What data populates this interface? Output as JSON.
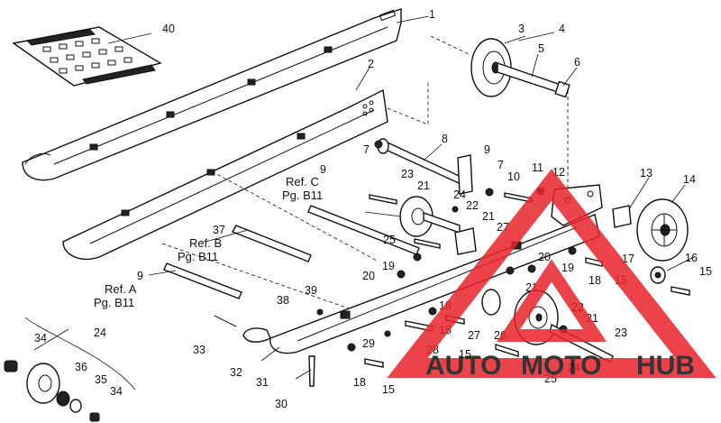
{
  "diagram": {
    "callouts": {
      "c1": "1",
      "c2": "2",
      "c3": "3",
      "c4": "4",
      "c5": "5",
      "c6": "6",
      "c7a": "7",
      "c7b": "7",
      "c8": "8",
      "c9a": "9",
      "c9b": "9",
      "c9c": "9",
      "c10": "10",
      "c11": "11",
      "c12": "12",
      "c13": "13",
      "c14": "14",
      "c15a": "15",
      "c15b": "15",
      "c15c": "15",
      "c15d": "15",
      "c16": "16",
      "c17": "17",
      "c18a": "18",
      "c18b": "18",
      "c18c": "18",
      "c19a": "19",
      "c19b": "19",
      "c20a": "20",
      "c20b": "20",
      "c21a": "21",
      "c21b": "21",
      "c21c": "21",
      "c21d": "21",
      "c22a": "22",
      "c22b": "22",
      "c23a": "23",
      "c23b": "23",
      "c24a": "24",
      "c24b": "24",
      "c24c": "24",
      "c25a": "25",
      "c25b": "25",
      "c26": "26",
      "c27a": "27",
      "c27b": "27",
      "c28": "28",
      "c29": "29",
      "c30": "30",
      "c31": "31",
      "c32": "32",
      "c33": "33",
      "c34a": "34",
      "c34b": "34",
      "c35": "35",
      "c36": "36",
      "c37": "37",
      "c38": "38",
      "c39": "39",
      "c40": "40"
    },
    "references": {
      "c_ref": "Ref. C",
      "c_pg": "Pg. B11",
      "b_ref": "Ref. B",
      "b_pg": "Pg. B11",
      "a_ref": "Ref. A",
      "a_pg": "Pg. B11"
    }
  },
  "watermark": {
    "text_auto": "AUTO",
    "text_moto": "MOTO",
    "text_hub": "HUB",
    "accent_color": "#e8232a",
    "text_color_light": "#f2c38a",
    "text_color_dark": "#9b9b9b"
  }
}
